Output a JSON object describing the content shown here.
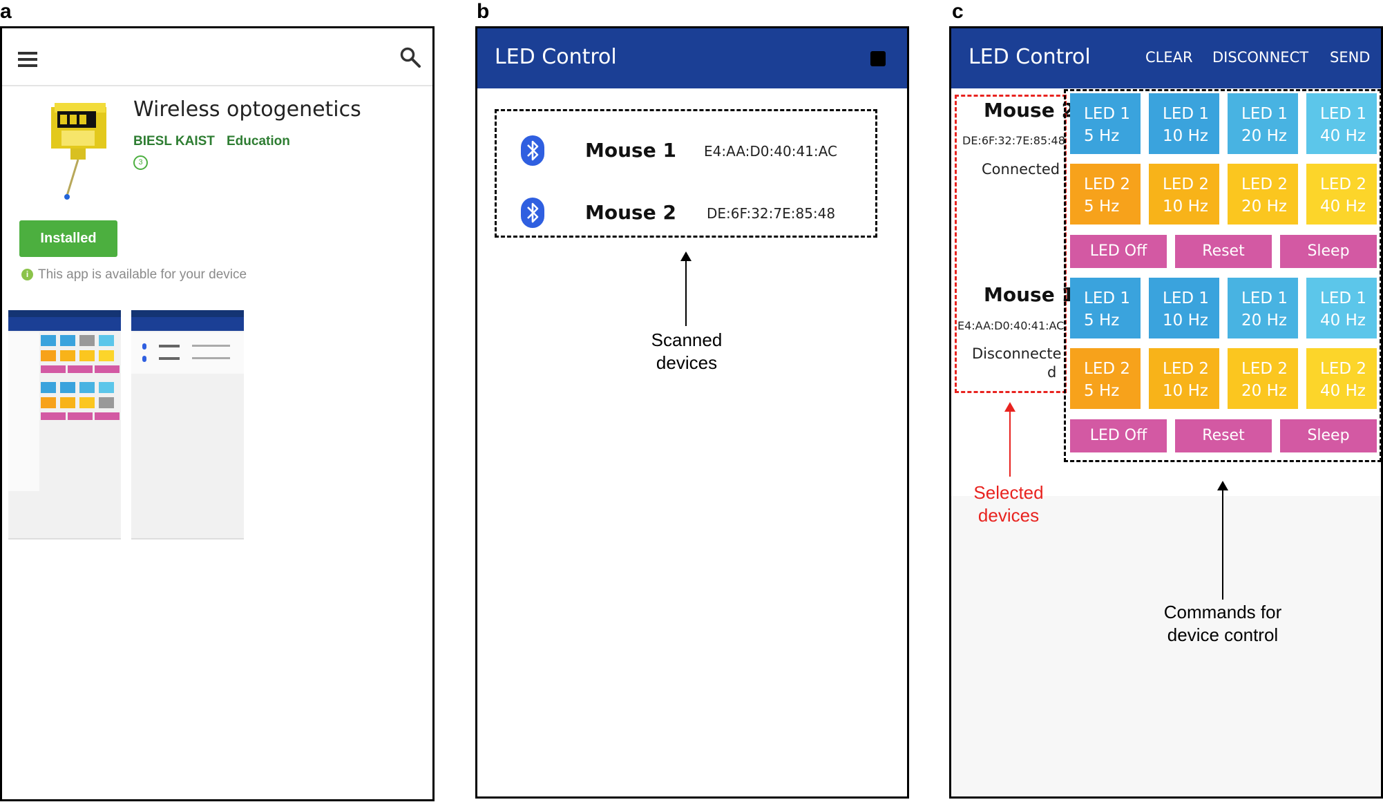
{
  "panel_letters": {
    "a": "a",
    "b": "b",
    "c": "c"
  },
  "panel_a": {
    "app_name": "Wireless optogenetics",
    "developer": "BIESL KAIST",
    "category": "Education",
    "rating_badge": "3",
    "install_button": "Installed",
    "availability_note": "This app is available for your device",
    "icons": {
      "menu": "hamburger-menu-icon",
      "search": "search-icon",
      "info": "info-icon"
    },
    "colors": {
      "install": "#4caf3f",
      "developer": "#2e7d32"
    }
  },
  "panel_b": {
    "title": "LED Control",
    "devices": [
      {
        "name": "Mouse 1",
        "mac": "E4:AA:D0:40:41:AC"
      },
      {
        "name": "Mouse 2",
        "mac": "DE:6F:32:7E:85:48"
      }
    ],
    "caption_line1": "Scanned",
    "caption_line2": "devices",
    "colors": {
      "appbar": "#1b3f95",
      "bluetooth": "#2f5fe0"
    }
  },
  "panel_c": {
    "title": "LED Control",
    "menu": {
      "clear": "CLEAR",
      "disconnect": "DISCONNECT",
      "send": "SEND"
    },
    "device_top": {
      "name": "Mouse 2",
      "mac": "DE:6F:32:7E:85:48",
      "status": "Connected"
    },
    "device_bottom": {
      "name": "Mouse 1",
      "mac": "E4:AA:D0:40:41:AC",
      "status_line1": "Disconnecte",
      "status_line2": "d"
    },
    "led1": [
      {
        "l1": "LED 1",
        "l2": "5 Hz"
      },
      {
        "l1": "LED 1",
        "l2": "10 Hz"
      },
      {
        "l1": "LED 1",
        "l2": "20 Hz"
      },
      {
        "l1": "LED 1",
        "l2": "40 Hz"
      }
    ],
    "led2": [
      {
        "l1": "LED 2",
        "l2": "5 Hz"
      },
      {
        "l1": "LED 2",
        "l2": "10 Hz"
      },
      {
        "l1": "LED 2",
        "l2": "20 Hz"
      },
      {
        "l1": "LED 2",
        "l2": "40 Hz"
      }
    ],
    "commands": {
      "off": "LED Off",
      "reset": "Reset",
      "sleep": "Sleep"
    },
    "caption_selected_1": "Selected",
    "caption_selected_2": "devices",
    "caption_commands_1": "Commands for",
    "caption_commands_2": "device control",
    "colors": {
      "led1_tiles": [
        "#3aa3dd",
        "#3aa3dd",
        "#48b3e2",
        "#5cc6ea"
      ],
      "led2_tiles": [
        "#f7a21b",
        "#f8b319",
        "#fbc61f",
        "#fcd52a"
      ],
      "command": "#d359a3",
      "selected": "#e8231f"
    }
  }
}
